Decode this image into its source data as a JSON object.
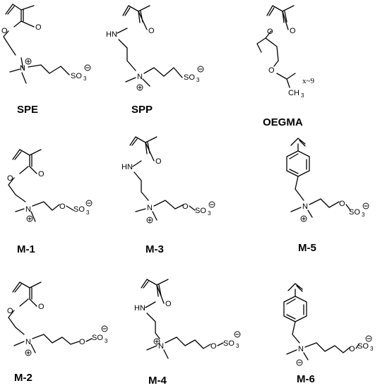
{
  "title": "",
  "atoms": {
    "O": "O",
    "HN": "HN",
    "N": "N",
    "SO": "SO",
    "SO3_sub": "3",
    "O_link": "O",
    "CH": "CH",
    "CH3_sub": "3",
    "x": "x~9"
  },
  "molecules": [
    {
      "id": "SPE",
      "label": "SPE",
      "backbone": "methacrylate-ester",
      "linker": "propyl",
      "anion": "sulfonate"
    },
    {
      "id": "SPP",
      "label": "SPP",
      "backbone": "methacrylamide",
      "linker": "propyl",
      "anion": "sulfonate"
    },
    {
      "id": "OEGMA",
      "label": "OEGMA",
      "backbone": "methacrylate-ester",
      "linker": "oligo-ethylene-glycol",
      "anion": "none"
    },
    {
      "id": "M-1",
      "label": "M-1",
      "backbone": "methacrylate-ester",
      "linker": "ethyl",
      "anion": "sulfate"
    },
    {
      "id": "M-3",
      "label": "M-3",
      "backbone": "methacrylamide",
      "linker": "ethyl",
      "anion": "sulfate"
    },
    {
      "id": "M-5",
      "label": "M-5",
      "backbone": "styrene",
      "linker": "ethyl",
      "anion": "sulfate"
    },
    {
      "id": "M-2",
      "label": "M-2",
      "backbone": "methacrylate-ester",
      "linker": "propyl",
      "anion": "sulfate"
    },
    {
      "id": "M-4",
      "label": "M-4",
      "backbone": "methacrylamide",
      "linker": "propyl",
      "anion": "sulfate"
    },
    {
      "id": "M-6",
      "label": "M-6",
      "backbone": "styrene",
      "linker": "propyl",
      "anion": "sulfate"
    }
  ]
}
